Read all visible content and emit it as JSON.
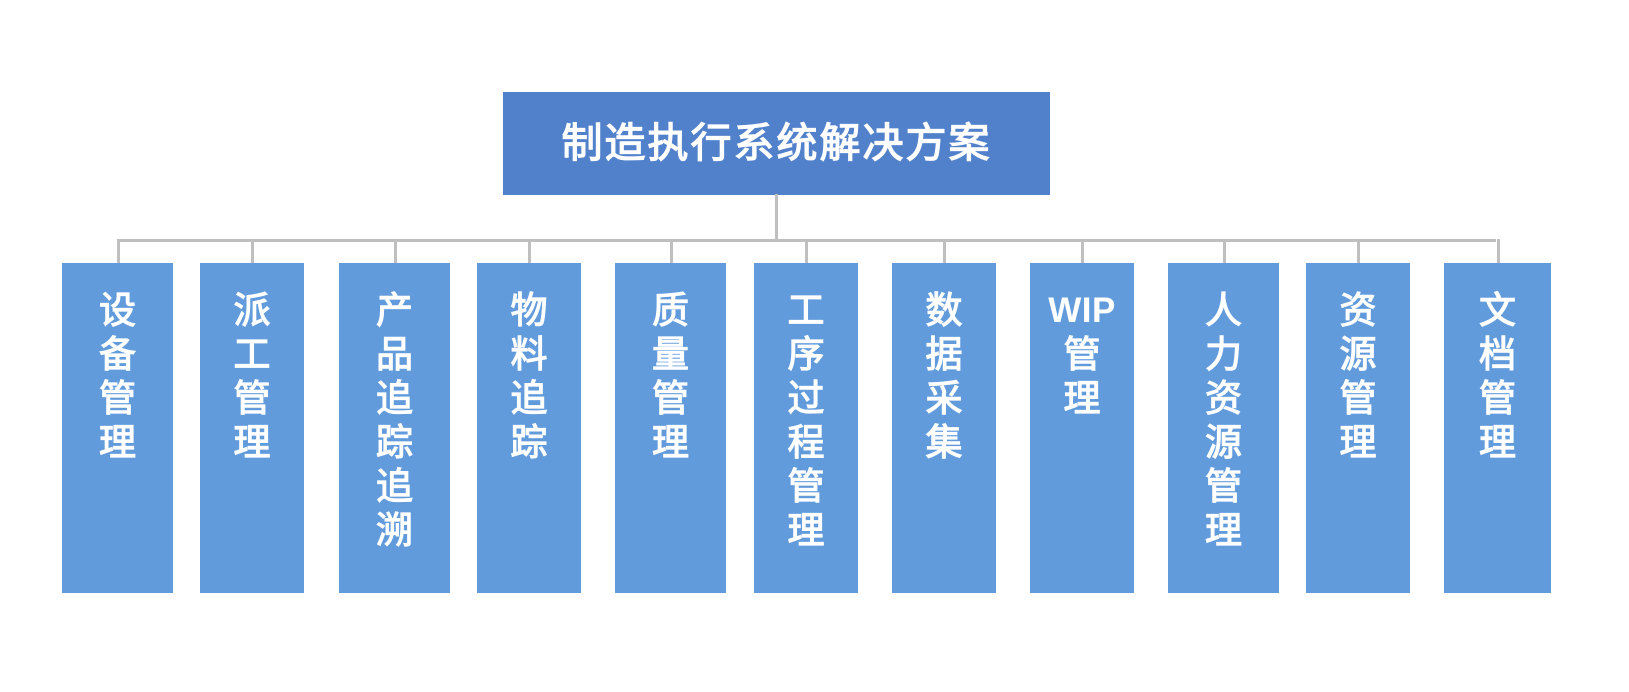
{
  "diagram": {
    "type": "organizational-hierarchy",
    "title": "制造执行系统解决方案",
    "orientation": "top-down",
    "colors": {
      "root_fill": "#5281CC",
      "child_fill": "#619BDC",
      "connector": "#BFBFBF",
      "text": "#FFFFFF",
      "background": "#FFFFFF"
    },
    "root": {
      "label": "制造执行系统解决方案"
    },
    "children": [
      {
        "label": "设备管理",
        "lines": [
          "设",
          "备",
          "管",
          "理"
        ]
      },
      {
        "label": "派工管理",
        "lines": [
          "派",
          "工",
          "管",
          "理"
        ]
      },
      {
        "label": "产品追踪追溯",
        "lines": [
          "产",
          "品",
          "追",
          "踪",
          "追",
          "溯"
        ]
      },
      {
        "label": "物料追踪",
        "lines": [
          "物",
          "料",
          "追",
          "踪"
        ]
      },
      {
        "label": "质量管理",
        "lines": [
          "质",
          "量",
          "管",
          "理"
        ]
      },
      {
        "label": "工序过程管理",
        "lines": [
          "工",
          "序",
          "过",
          "程",
          "管",
          "理"
        ]
      },
      {
        "label": "数据采集",
        "lines": [
          "数",
          "据",
          "采",
          "集"
        ]
      },
      {
        "label": "WIP管理",
        "lines": [
          "WIP",
          "管",
          "理"
        ]
      },
      {
        "label": "人力资源管理",
        "lines": [
          "人",
          "力",
          "资",
          "源",
          "管",
          "理"
        ]
      },
      {
        "label": "资源管理",
        "lines": [
          "资",
          "源",
          "管",
          "理"
        ]
      },
      {
        "label": "文档管理",
        "lines": [
          "文",
          "档",
          "管",
          "理"
        ]
      }
    ]
  }
}
